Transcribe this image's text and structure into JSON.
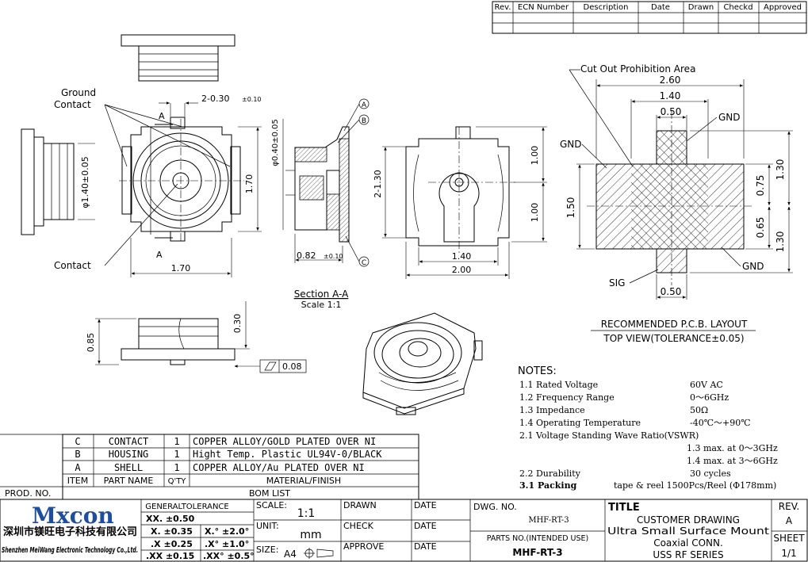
{
  "revision_table": {
    "headers": [
      "Rev.",
      "ECN Number",
      "Description",
      "Date",
      "Drawn",
      "Checkd",
      "Approved"
    ]
  },
  "labels": {
    "ground_contact": [
      "Ground",
      "Contact"
    ],
    "contact": "Contact",
    "section_a": "A",
    "section_title": "Section A-A",
    "section_scale": "Scale 1:1",
    "callout_a": "A",
    "callout_b": "B",
    "callout_c": "C",
    "cut_out": "Cut Out Prohibition Area",
    "gnd": "GND",
    "sig": "SIG",
    "pcb_title": "RECOMMENDED P.C.B. LAYOUT",
    "pcb_subtitle": "TOP VIEW(TOLERANCE±0.05)"
  },
  "dimensions": {
    "pin_width": "2-0.30",
    "pin_tol": "±0.10",
    "body_width": "1.70",
    "body_height": "1.70",
    "diameter_side": "φ1.40±0.05",
    "diameter_section": "φ0.40±0.05",
    "section_width": "0.82",
    "section_tol": "±0.10",
    "bottom_pitch": "2-1.30",
    "bottom_upper": "1.00",
    "bottom_lower": "1.00",
    "bottom_inner": "1.40",
    "bottom_outer": "2.00",
    "height_total": "0.85",
    "height_top": "0.30",
    "flatness": "0.08",
    "pcb_260": "2.60",
    "pcb_140": "1.40",
    "pcb_050_top": "0.50",
    "pcb_150": "1.50",
    "pcb_130_top": "1.30",
    "pcb_075": "0.75",
    "pcb_065": "0.65",
    "pcb_130_bottom": "1.30",
    "pcb_050_bottom": "0.50"
  },
  "notes": {
    "heading": "NOTES:",
    "items": [
      {
        "label": "1.1 Rated Voltage",
        "value": "60V AC"
      },
      {
        "label": "1.2 Frequency Range",
        "value": "0～6GHz"
      },
      {
        "label": "1.3 Impedance",
        "value": "50Ω"
      },
      {
        "label": "1.4 Operating Temperature",
        "value": "-40℃～+90℃"
      },
      {
        "label": "2.1 Voltage Standing Wave Ratio(VSWR)",
        "value": ""
      },
      {
        "label": "",
        "value": "1.3 max. at  0～3GHz"
      },
      {
        "label": "",
        "value": "1.4 max. at  3～6GHz"
      },
      {
        "label": "2.2 Durability",
        "value": "30 cycles"
      },
      {
        "label": "3.1 Packing",
        "value": "tape & reel   1500Pcs/Reel (Φ178mm)"
      }
    ]
  },
  "bom": {
    "rows": [
      {
        "item": "C",
        "part": "CONTACT",
        "qty": "1",
        "material": "COPPER ALLOY/GOLD PLATED OVER NI"
      },
      {
        "item": "B",
        "part": "HOUSING",
        "qty": "1",
        "material": "Hight Temp. Plastic UL94V-0/BLACK"
      },
      {
        "item": "A",
        "part": "SHELL",
        "qty": "1",
        "material": "COPPER ALLOY/Au PLATED OVER NI"
      }
    ],
    "header": {
      "item": "ITEM",
      "part": "PART NAME",
      "qty": "Q'TY",
      "material": "MATERIAL/FINISH"
    },
    "prod_no": "PROD. NO.",
    "title": "BOM LIST"
  },
  "title_block": {
    "logo": "Mxcon",
    "company_cn": "深圳市镁旺电子科技有限公司",
    "company_en": "Shenzhen MeiWang Electronic Technology Co.,Ltd.",
    "tolerance_title": "GENERALTOLERANCE",
    "tol_rows": [
      {
        "a": "XX.  ±0.50",
        "b": ""
      },
      {
        "a": "X.  ±0.35",
        "b": "X.°  ±2.0°"
      },
      {
        "a": ".X  ±0.25",
        "b": ".X°  ±1.0°"
      },
      {
        "a": ".XX  ±0.15",
        "b": ".XX°  ±0.5°"
      }
    ],
    "scale_label": "SCALE:",
    "scale_value": "1:1",
    "unit_label": "UNIT:",
    "unit_value": "mm",
    "size_label": "SIZE:",
    "size_value": "A4",
    "drawn": "DRAWN",
    "check": "CHECK",
    "approve": "APPROVE",
    "date": "DATE",
    "dwg_no_label": "DWG. NO.",
    "dwg_no": "MHF-RT-3",
    "parts_no_label": "PARTS NO.(INTENDED USE)",
    "parts_no": "MHF-RT-3",
    "title_label": "TITLE",
    "title_lines": [
      "CUSTOMER DRAWING",
      "Ultra Small Surface Mount",
      "Coaxial CONN.",
      "USS RF SERIES"
    ],
    "rev_label": "REV.",
    "rev_value": "A",
    "sheet_label": "SHEET",
    "sheet_value": "1/1"
  },
  "colors": {
    "logo": "#1f4e9c",
    "ink": "#000000"
  }
}
